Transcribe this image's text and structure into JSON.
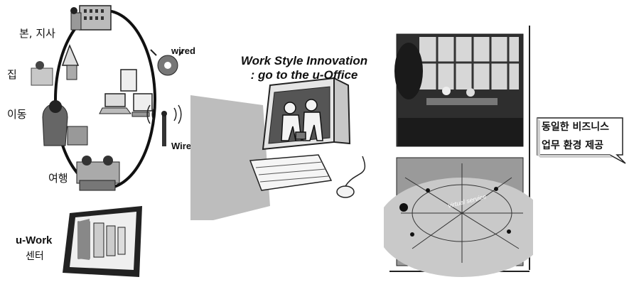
{
  "locations": {
    "head_office": "본, 지사",
    "home": "집",
    "mobile": "이동",
    "travel": "여행"
  },
  "connections": {
    "wired": "wired",
    "wireless": "Wireless"
  },
  "center": {
    "line1": "u-Work",
    "line2": "센터"
  },
  "title": {
    "line1": "Work Style Innovation",
    "line2": ": go to the u-Office"
  },
  "callout": {
    "line1": "동일한 비즈니스",
    "line2": "업무 환경 제공"
  },
  "virtual_label": "virtual service"
}
